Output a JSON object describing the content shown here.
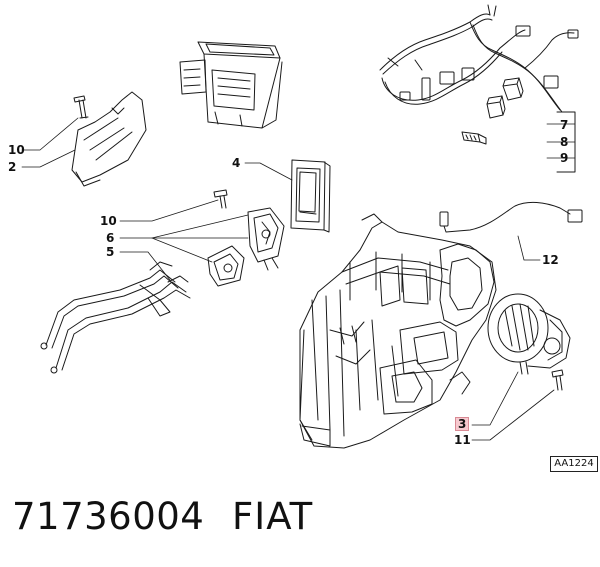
{
  "callouts": {
    "c10a": "10",
    "c2": "2",
    "c4": "4",
    "c10b": "10",
    "c6": "6",
    "c5": "5",
    "c7": "7",
    "c8": "8",
    "c9": "9",
    "c12": "12",
    "c3": "3",
    "c11": "11"
  },
  "reference_code": "AA1224",
  "part_number": "71736004",
  "brand": "FIAT",
  "colors": {
    "line": "#1a1a1a",
    "highlight": "#f6c9cf"
  }
}
